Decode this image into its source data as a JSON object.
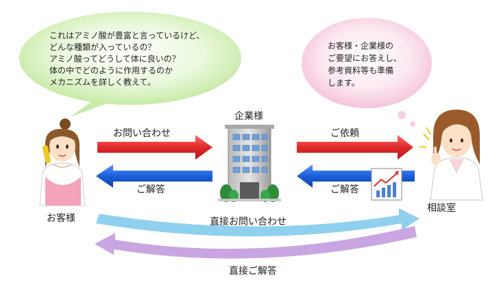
{
  "customer_bubble": {
    "lines": [
      "これはアミノ酸が豊富と言っているけど、",
      "どんな種類が入っているの？",
      "アミノ酸ってどうして体に良いの？",
      "体の中でどのように作用するのか",
      "メカニズムを詳しく教えて。"
    ]
  },
  "office_bubble": {
    "lines": [
      "お客様・企業様の",
      "ご要望にお答えし、",
      "参考資料等も準備",
      "します。"
    ]
  },
  "labels": {
    "company": "企業様",
    "customer": "お客様",
    "office": "相談室",
    "inquiry": "お問い合わせ",
    "answer_to_customer": "ご解答",
    "request": "ご依頼",
    "answer_to_company": "ご解答",
    "direct_inquiry": "直接お問い合わせ",
    "direct_answer": "直接ご解答"
  },
  "colors": {
    "forward_arrow": "#e02a2a",
    "back_arrow": "#1a5fd8",
    "direct_inquiry_arrow": "#8fd0ef",
    "direct_answer_arrow": "#c9a6e2",
    "customer_bubble": "#d6f1bc",
    "office_bubble": "#f9dceb"
  },
  "icons": [
    "woman-on-phone-icon",
    "office-building-icon",
    "doctor-woman-icon",
    "rising-chart-icon"
  ]
}
